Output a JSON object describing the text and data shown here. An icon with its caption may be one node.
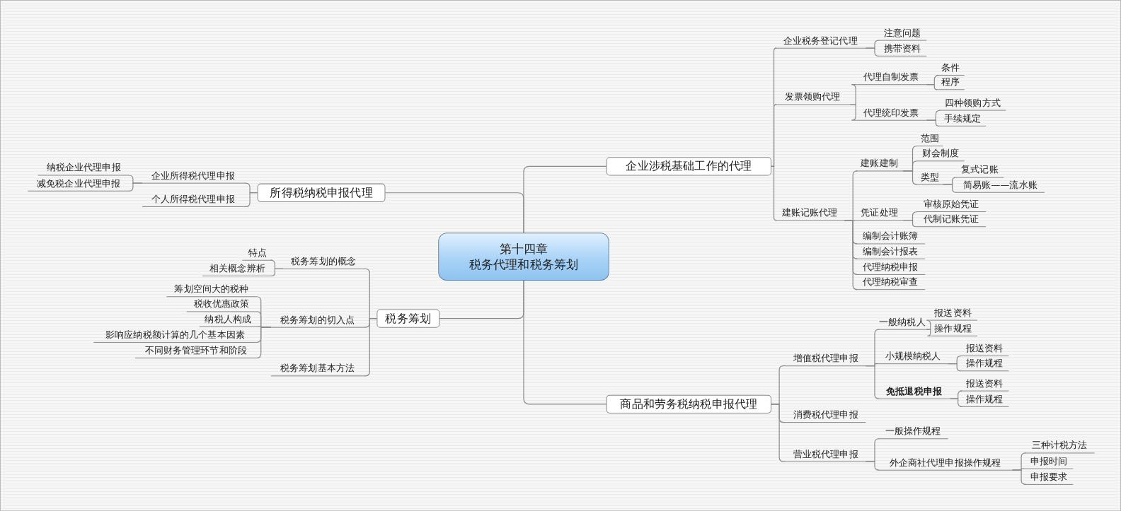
{
  "diagram": {
    "nodes": [
      {
        "text": [
          "第十四章",
          "税务代理和税务筹划"
        ]
      },
      {
        "text": [
          "企业涉税基础工作的代理"
        ]
      },
      {
        "text": [
          "企业税务登记代理"
        ]
      },
      {
        "text": [
          "注意问题"
        ]
      },
      {
        "text": [
          "携带资料"
        ]
      },
      {
        "text": [
          "发票领购代理"
        ]
      },
      {
        "text": [
          "代理自制发票"
        ]
      },
      {
        "text": [
          "条件"
        ]
      },
      {
        "text": [
          "程序"
        ]
      },
      {
        "text": [
          "代理统印发票"
        ]
      },
      {
        "text": [
          "四种领购方式"
        ]
      },
      {
        "text": [
          "手续规定"
        ]
      },
      {
        "text": [
          "建账记账代理"
        ]
      },
      {
        "text": [
          "建账建制"
        ]
      },
      {
        "text": [
          "范围"
        ]
      },
      {
        "text": [
          "财会制度"
        ]
      },
      {
        "text": [
          "类型"
        ]
      },
      {
        "text": [
          "复式记账"
        ]
      },
      {
        "text": [
          "简易账——流水账"
        ]
      },
      {
        "text": [
          "凭证处理"
        ]
      },
      {
        "text": [
          "审核原始凭证"
        ]
      },
      {
        "text": [
          "代制记账凭证"
        ]
      },
      {
        "text": [
          "编制会计账簿"
        ]
      },
      {
        "text": [
          "编制会计报表"
        ]
      },
      {
        "text": [
          "代理纳税申报"
        ]
      },
      {
        "text": [
          "代理纳税审查"
        ]
      },
      {
        "text": [
          "商品和劳务税纳税申报代理"
        ]
      },
      {
        "text": [
          "增值税代理申报"
        ]
      },
      {
        "text": [
          "一般纳税人"
        ]
      },
      {
        "text": [
          "报送资料"
        ]
      },
      {
        "text": [
          "操作规程"
        ]
      },
      {
        "text": [
          "小规模纳税人"
        ]
      },
      {
        "text": [
          "报送资料"
        ]
      },
      {
        "text": [
          "操作规程"
        ]
      },
      {
        "text": [
          "免抵退税申报"
        ]
      },
      {
        "text": [
          "报送资料"
        ]
      },
      {
        "text": [
          "操作规程"
        ]
      },
      {
        "text": [
          "消费税代理申报"
        ]
      },
      {
        "text": [
          "营业税代理申报"
        ]
      },
      {
        "text": [
          "一般操作规程"
        ]
      },
      {
        "text": [
          "外企商社代理申报操作规程"
        ]
      },
      {
        "text": [
          "三种计税方法"
        ]
      },
      {
        "text": [
          "申报时间"
        ]
      },
      {
        "text": [
          "申报要求"
        ]
      },
      {
        "text": [
          "所得税纳税申报代理"
        ]
      },
      {
        "text": [
          "企业所得税代理申报"
        ]
      },
      {
        "text": [
          "纳税企业代理申报"
        ]
      },
      {
        "text": [
          "减免税企业代理申报"
        ]
      },
      {
        "text": [
          "个人所得税代理申报"
        ]
      },
      {
        "text": [
          "税务筹划"
        ]
      },
      {
        "text": [
          "税务筹划的概念"
        ]
      },
      {
        "text": [
          "特点"
        ]
      },
      {
        "text": [
          "相关概念辨析"
        ]
      },
      {
        "text": [
          "税务筹划的切入点"
        ]
      },
      {
        "text": [
          "筹划空间大的税种"
        ]
      },
      {
        "text": [
          "税收优惠政策"
        ]
      },
      {
        "text": [
          "纳税人构成"
        ]
      },
      {
        "text": [
          "影响应纳税额计算的几个基本因素"
        ]
      },
      {
        "text": [
          "不同财务管理环节和阶段"
        ]
      },
      {
        "text": [
          "税务筹划基本方法"
        ]
      }
    ],
    "edges": [
      {
        "from": 0,
        "to": 1,
        "arrow": "none"
      },
      {
        "from": 0,
        "to": 26,
        "arrow": "none"
      },
      {
        "from": 0,
        "to": 44,
        "arrow": "none"
      },
      {
        "from": 0,
        "to": 49,
        "arrow": "none"
      },
      {
        "from": 1,
        "to": 2,
        "arrow": "none"
      },
      {
        "from": 1,
        "to": 5,
        "arrow": "none"
      },
      {
        "from": 1,
        "to": 12,
        "arrow": "none"
      },
      {
        "from": 2,
        "to": 3,
        "arrow": "none"
      },
      {
        "from": 2,
        "to": 4,
        "arrow": "none"
      },
      {
        "from": 5,
        "to": 6,
        "arrow": "none"
      },
      {
        "from": 5,
        "to": 9,
        "arrow": "none"
      },
      {
        "from": 6,
        "to": 7,
        "arrow": "none"
      },
      {
        "from": 6,
        "to": 8,
        "arrow": "none"
      },
      {
        "from": 9,
        "to": 10,
        "arrow": "none"
      },
      {
        "from": 9,
        "to": 11,
        "arrow": "none"
      },
      {
        "from": 12,
        "to": 13,
        "arrow": "none"
      },
      {
        "from": 12,
        "to": 19,
        "arrow": "none"
      },
      {
        "from": 12,
        "to": 22,
        "arrow": "none"
      },
      {
        "from": 12,
        "to": 23,
        "arrow": "none"
      },
      {
        "from": 12,
        "to": 24,
        "arrow": "none"
      },
      {
        "from": 12,
        "to": 25,
        "arrow": "none"
      },
      {
        "from": 13,
        "to": 14,
        "arrow": "none"
      },
      {
        "from": 13,
        "to": 15,
        "arrow": "none"
      },
      {
        "from": 13,
        "to": 16,
        "arrow": "none"
      },
      {
        "from": 16,
        "to": 17,
        "arrow": "none"
      },
      {
        "from": 16,
        "to": 18,
        "arrow": "none"
      },
      {
        "from": 19,
        "to": 20,
        "arrow": "none"
      },
      {
        "from": 19,
        "to": 21,
        "arrow": "none"
      },
      {
        "from": 26,
        "to": 27,
        "arrow": "none"
      },
      {
        "from": 26,
        "to": 37,
        "arrow": "none"
      },
      {
        "from": 26,
        "to": 38,
        "arrow": "none"
      },
      {
        "from": 27,
        "to": 28,
        "arrow": "none"
      },
      {
        "from": 27,
        "to": 31,
        "arrow": "none"
      },
      {
        "from": 27,
        "to": 34,
        "arrow": "none"
      },
      {
        "from": 28,
        "to": 29,
        "arrow": "none"
      },
      {
        "from": 28,
        "to": 30,
        "arrow": "none"
      },
      {
        "from": 31,
        "to": 32,
        "arrow": "none"
      },
      {
        "from": 31,
        "to": 33,
        "arrow": "none"
      },
      {
        "from": 34,
        "to": 35,
        "arrow": "none"
      },
      {
        "from": 34,
        "to": 36,
        "arrow": "none"
      },
      {
        "from": 38,
        "to": 39,
        "arrow": "none"
      },
      {
        "from": 38,
        "to": 40,
        "arrow": "none"
      },
      {
        "from": 40,
        "to": 41,
        "arrow": "none"
      },
      {
        "from": 40,
        "to": 42,
        "arrow": "none"
      },
      {
        "from": 40,
        "to": 43,
        "arrow": "none"
      },
      {
        "from": 44,
        "to": 45,
        "arrow": "none"
      },
      {
        "from": 44,
        "to": 48,
        "arrow": "none"
      },
      {
        "from": 45,
        "to": 46,
        "arrow": "none"
      },
      {
        "from": 45,
        "to": 47,
        "arrow": "none"
      },
      {
        "from": 49,
        "to": 50,
        "arrow": "none"
      },
      {
        "from": 49,
        "to": 53,
        "arrow": "none"
      },
      {
        "from": 49,
        "to": 59,
        "arrow": "none"
      },
      {
        "from": 50,
        "to": 51,
        "arrow": "none"
      },
      {
        "from": 50,
        "to": 52,
        "arrow": "none"
      },
      {
        "from": 53,
        "to": 54,
        "arrow": "none"
      },
      {
        "from": 53,
        "to": 55,
        "arrow": "none"
      },
      {
        "from": 53,
        "to": 56,
        "arrow": "none"
      },
      {
        "from": 53,
        "to": 57,
        "arrow": "none"
      },
      {
        "from": 53,
        "to": 58,
        "arrow": "none"
      }
    ]
  }
}
